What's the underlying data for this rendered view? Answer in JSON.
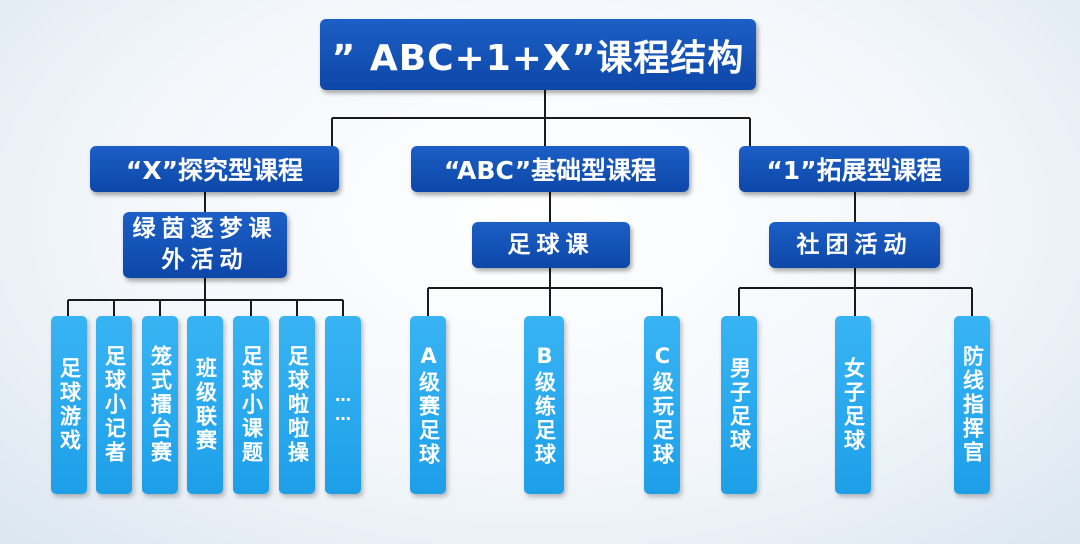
{
  "title": "” ABC+1+X”课程结构",
  "categories": {
    "x": "“X”探究型课程",
    "abc": "“ABC”基础型课程",
    "one": "“1”拓展型课程"
  },
  "subgroups": {
    "x": "绿茵逐梦课外活动",
    "abc": "足球课",
    "one": "社团活动"
  },
  "leaves": {
    "x": [
      "足球游戏",
      "足球小记者",
      "笼式擂台赛",
      "班级联赛",
      "足球小课题",
      "足球啦啦操",
      "……"
    ],
    "abc": [
      "A级赛足球",
      "B级练足球",
      "C级玩足球"
    ],
    "one": [
      "男子足球",
      "女子足球",
      "防线指挥官"
    ]
  }
}
